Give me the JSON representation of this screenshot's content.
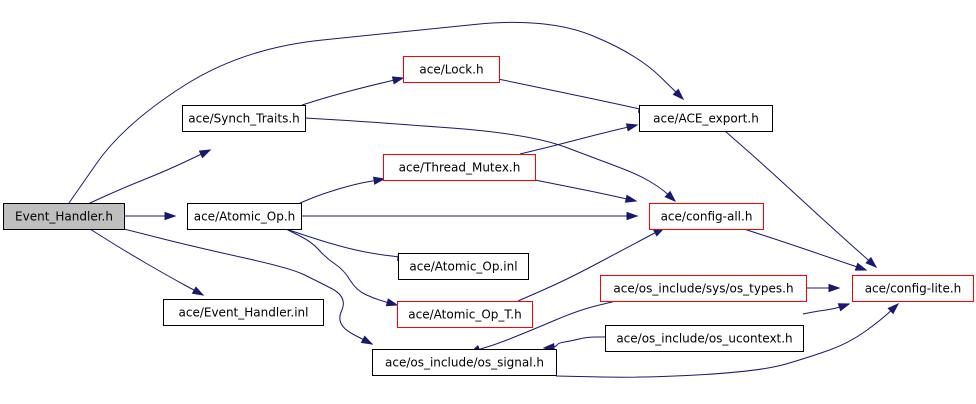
{
  "colors": {
    "edge": "#191970",
    "root_fill": "#bfbfbf",
    "node_border": "#000000",
    "external_border": "#ff0000"
  },
  "nodes": [
    {
      "id": "event_handler_h",
      "label": "Event_Handler.h",
      "kind": "root"
    },
    {
      "id": "synch_traits_h",
      "label": "ace/Synch_Traits.h",
      "kind": "normal"
    },
    {
      "id": "atomic_op_h",
      "label": "ace/Atomic_Op.h",
      "kind": "normal"
    },
    {
      "id": "event_handler_inl",
      "label": "ace/Event_Handler.inl",
      "kind": "normal"
    },
    {
      "id": "lock_h",
      "label": "ace/Lock.h",
      "kind": "external"
    },
    {
      "id": "thread_mutex_h",
      "label": "ace/Thread_Mutex.h",
      "kind": "external"
    },
    {
      "id": "atomic_op_inl",
      "label": "ace/Atomic_Op.inl",
      "kind": "normal"
    },
    {
      "id": "atomic_op_t_h",
      "label": "ace/Atomic_Op_T.h",
      "kind": "external"
    },
    {
      "id": "os_signal_h",
      "label": "ace/os_include/os_signal.h",
      "kind": "normal"
    },
    {
      "id": "ace_export_h",
      "label": "ace/ACE_export.h",
      "kind": "normal"
    },
    {
      "id": "config_all_h",
      "label": "ace/config-all.h",
      "kind": "external"
    },
    {
      "id": "os_types_h",
      "label": "ace/os_include/sys/os_types.h",
      "kind": "external"
    },
    {
      "id": "os_ucontext_h",
      "label": "ace/os_include/os_ucontext.h",
      "kind": "normal"
    },
    {
      "id": "config_lite_h",
      "label": "ace/config-lite.h",
      "kind": "external"
    }
  ],
  "edges": [
    {
      "from": "event_handler_h",
      "to": "ace_export_h"
    },
    {
      "from": "event_handler_h",
      "to": "synch_traits_h"
    },
    {
      "from": "event_handler_h",
      "to": "atomic_op_h"
    },
    {
      "from": "event_handler_h",
      "to": "event_handler_inl"
    },
    {
      "from": "event_handler_h",
      "to": "os_signal_h"
    },
    {
      "from": "synch_traits_h",
      "to": "lock_h"
    },
    {
      "from": "synch_traits_h",
      "to": "config_all_h"
    },
    {
      "from": "lock_h",
      "to": "ace_export_h"
    },
    {
      "from": "atomic_op_h",
      "to": "thread_mutex_h"
    },
    {
      "from": "atomic_op_h",
      "to": "config_all_h"
    },
    {
      "from": "atomic_op_h",
      "to": "atomic_op_inl"
    },
    {
      "from": "atomic_op_h",
      "to": "atomic_op_t_h"
    },
    {
      "from": "thread_mutex_h",
      "to": "ace_export_h"
    },
    {
      "from": "thread_mutex_h",
      "to": "config_all_h"
    },
    {
      "from": "atomic_op_t_h",
      "to": "config_all_h"
    },
    {
      "from": "ace_export_h",
      "to": "config_lite_h"
    },
    {
      "from": "config_all_h",
      "to": "config_lite_h"
    },
    {
      "from": "os_types_h",
      "to": "config_lite_h"
    },
    {
      "from": "os_types_h",
      "to": "os_signal_h"
    },
    {
      "from": "os_ucontext_h",
      "to": "config_lite_h"
    },
    {
      "from": "os_ucontext_h",
      "to": "os_signal_h"
    },
    {
      "from": "os_signal_h",
      "to": "config_lite_h"
    }
  ]
}
